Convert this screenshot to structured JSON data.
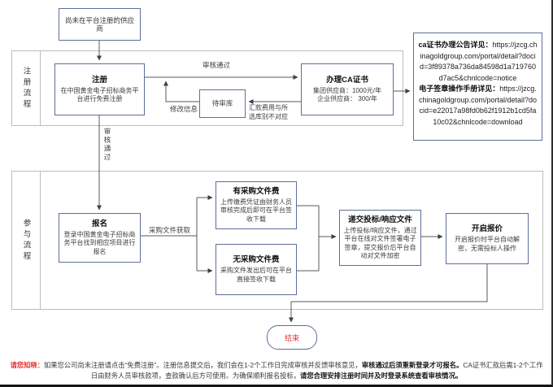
{
  "colors": {
    "box_border": "#5f6e99",
    "section_border": "#bcbcbc",
    "red": "#e53333",
    "line": "#4d4d4d"
  },
  "top_box": {
    "label": "尚未在平台注册的供应商"
  },
  "section_register": {
    "label": "注册流程",
    "register_box": {
      "title": "注册",
      "body": "在中国黄金电子招标商务平台进行免费注册"
    },
    "pending_box": {
      "title": "待审库"
    },
    "ca_box": {
      "title": "办理CA证书",
      "line1": "集团供应商：1000元/年",
      "line2": "企业供应商： 300/年"
    },
    "labels": {
      "approved": "审核通过",
      "modify_info": "修改信息",
      "remit_line1": "汇款费用与所",
      "remit_line2": "选库别不对应"
    }
  },
  "info_box": {
    "entry1_label": "ca证书办理公告详见：",
    "entry1_url": "https://jzcg.chinagoldgroup.com/portal/detail?docid=3f89378a736da84598d1a719760d7ac5&chnlcode=notice",
    "entry2_label": "电子签章操作手册详见：",
    "entry2_url": "https://jzcg.chinagoldgroup.com/portal/detail?docid=e22017a98fd0b62f1912b1cd5fa10c02&chnlcode=download"
  },
  "between_sections_label": "审核通过",
  "section_participate": {
    "label": "参与流程",
    "signup_box": {
      "title": "报名",
      "body": "登录中国黄金电子招标商务平台找到相应项目进行报名"
    },
    "fetch_label": "采购文件获取",
    "fee_box": {
      "title": "有采购文件费",
      "body": "上传缴费凭证由财务人员审核完成后即可在平台签收下载"
    },
    "nofee_box": {
      "title": "无采购文件费",
      "body": "采购文件发出后可在平台直接签收下载"
    },
    "submit_box": {
      "title": "递交投标/响应文件",
      "body": "上传投标/响应文件，通过平台在线对文件签署电子签章，提交报价后平台自动对文件加密"
    },
    "open_box": {
      "title": "开启报价",
      "body": "开启报价时平台自动解密，无需投标人操作"
    }
  },
  "end_node": {
    "label": "结束"
  },
  "disclaimer": {
    "prefix": "请您知晓：",
    "line1_normal1": "如果您公司尚未注册请点击“免费注册”。注册信息提交后，我们会在1-2个工作日完成审核并反馈审核意见，",
    "line1_bold": "审核通过后须重新登录才可报名。",
    "line1_normal2": "CA证书汇款后需1-2个工作",
    "line2_normal": "日由财务人员审核款项，查款确认后方可使用。为确保顺利报名投标，",
    "line2_bold": "请您合理安排注册时间并及时登录系统查看审核情况。"
  }
}
